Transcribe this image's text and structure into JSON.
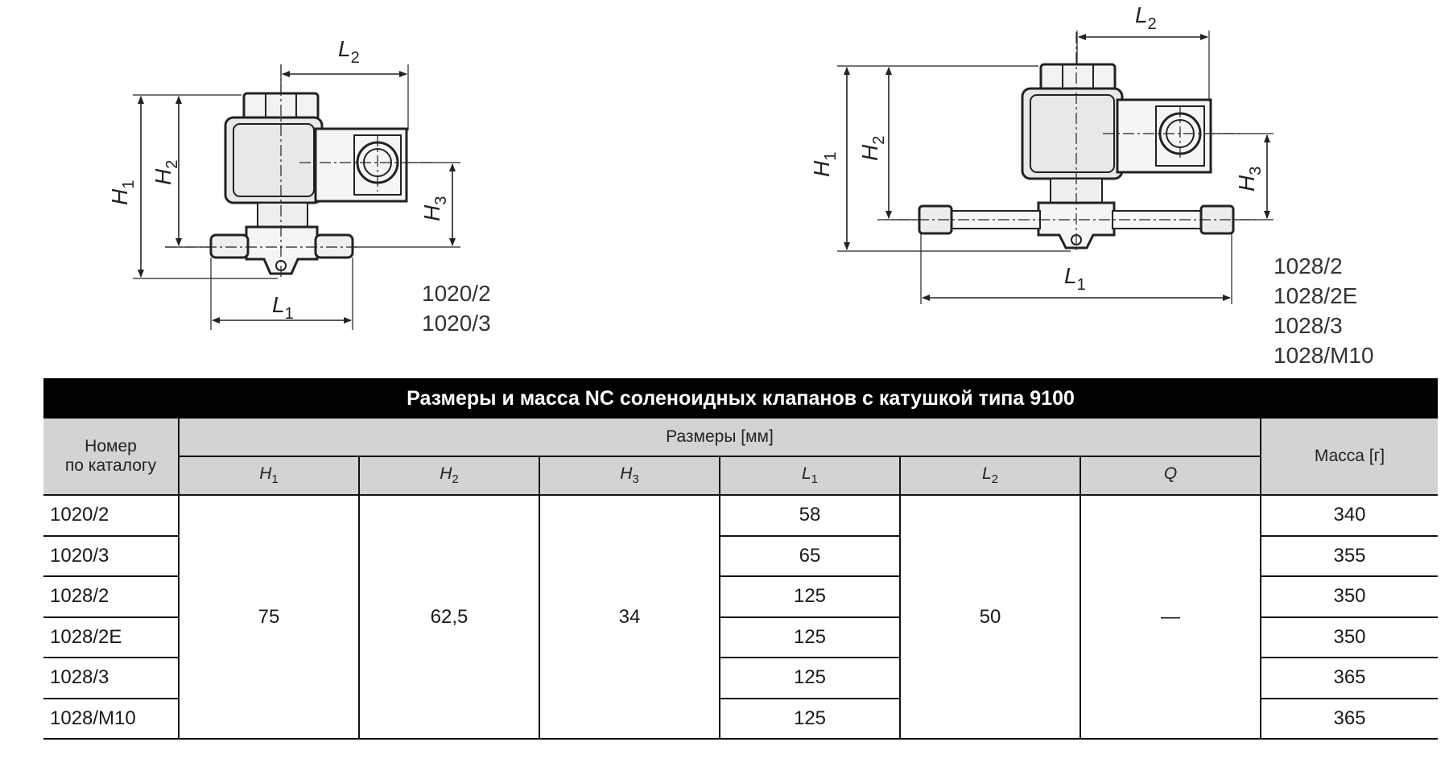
{
  "drawings": {
    "left": {
      "labels": {
        "l2": "L",
        "l2_sub": "2",
        "h1": "H",
        "h1_sub": "1",
        "h2": "H",
        "h2_sub": "2",
        "h3": "H",
        "h3_sub": "3",
        "l1": "L",
        "l1_sub": "1"
      },
      "models": [
        "1020/2",
        "1020/3"
      ]
    },
    "right": {
      "labels": {
        "l2": "L",
        "l2_sub": "2",
        "h1": "H",
        "h1_sub": "1",
        "h2": "H",
        "h2_sub": "2",
        "h3": "H",
        "h3_sub": "3",
        "l1": "L",
        "l1_sub": "1"
      },
      "models": [
        "1028/2",
        "1028/2E",
        "1028/3",
        "1028/M10"
      ]
    }
  },
  "table": {
    "title": "Размеры и масса NC соленоидных клапанов с катушкой типа 9100",
    "header_catalog_line1": "Номер",
    "header_catalog_line2": "по каталогу",
    "header_dimensions": "Размеры [мм]",
    "header_mass": "Масса [г]",
    "sub_headers": [
      {
        "main": "H",
        "sub": "1"
      },
      {
        "main": "H",
        "sub": "2"
      },
      {
        "main": "H",
        "sub": "3"
      },
      {
        "main": "L",
        "sub": "1"
      },
      {
        "main": "L",
        "sub": "2"
      },
      {
        "main": "Q",
        "sub": ""
      }
    ],
    "merged": {
      "h1": "75",
      "h2": "62,5",
      "h3": "34",
      "l2": "50",
      "q": "—"
    },
    "rows": [
      {
        "catalog": "1020/2",
        "l1": "58",
        "mass": "340"
      },
      {
        "catalog": "1020/3",
        "l1": "65",
        "mass": "355"
      },
      {
        "catalog": "1028/2",
        "l1": "125",
        "mass": "350"
      },
      {
        "catalog": "1028/2E",
        "l1": "125",
        "mass": "350"
      },
      {
        "catalog": "1028/3",
        "l1": "125",
        "mass": "365"
      },
      {
        "catalog": "1028/M10",
        "l1": "125",
        "mass": "365"
      }
    ]
  }
}
